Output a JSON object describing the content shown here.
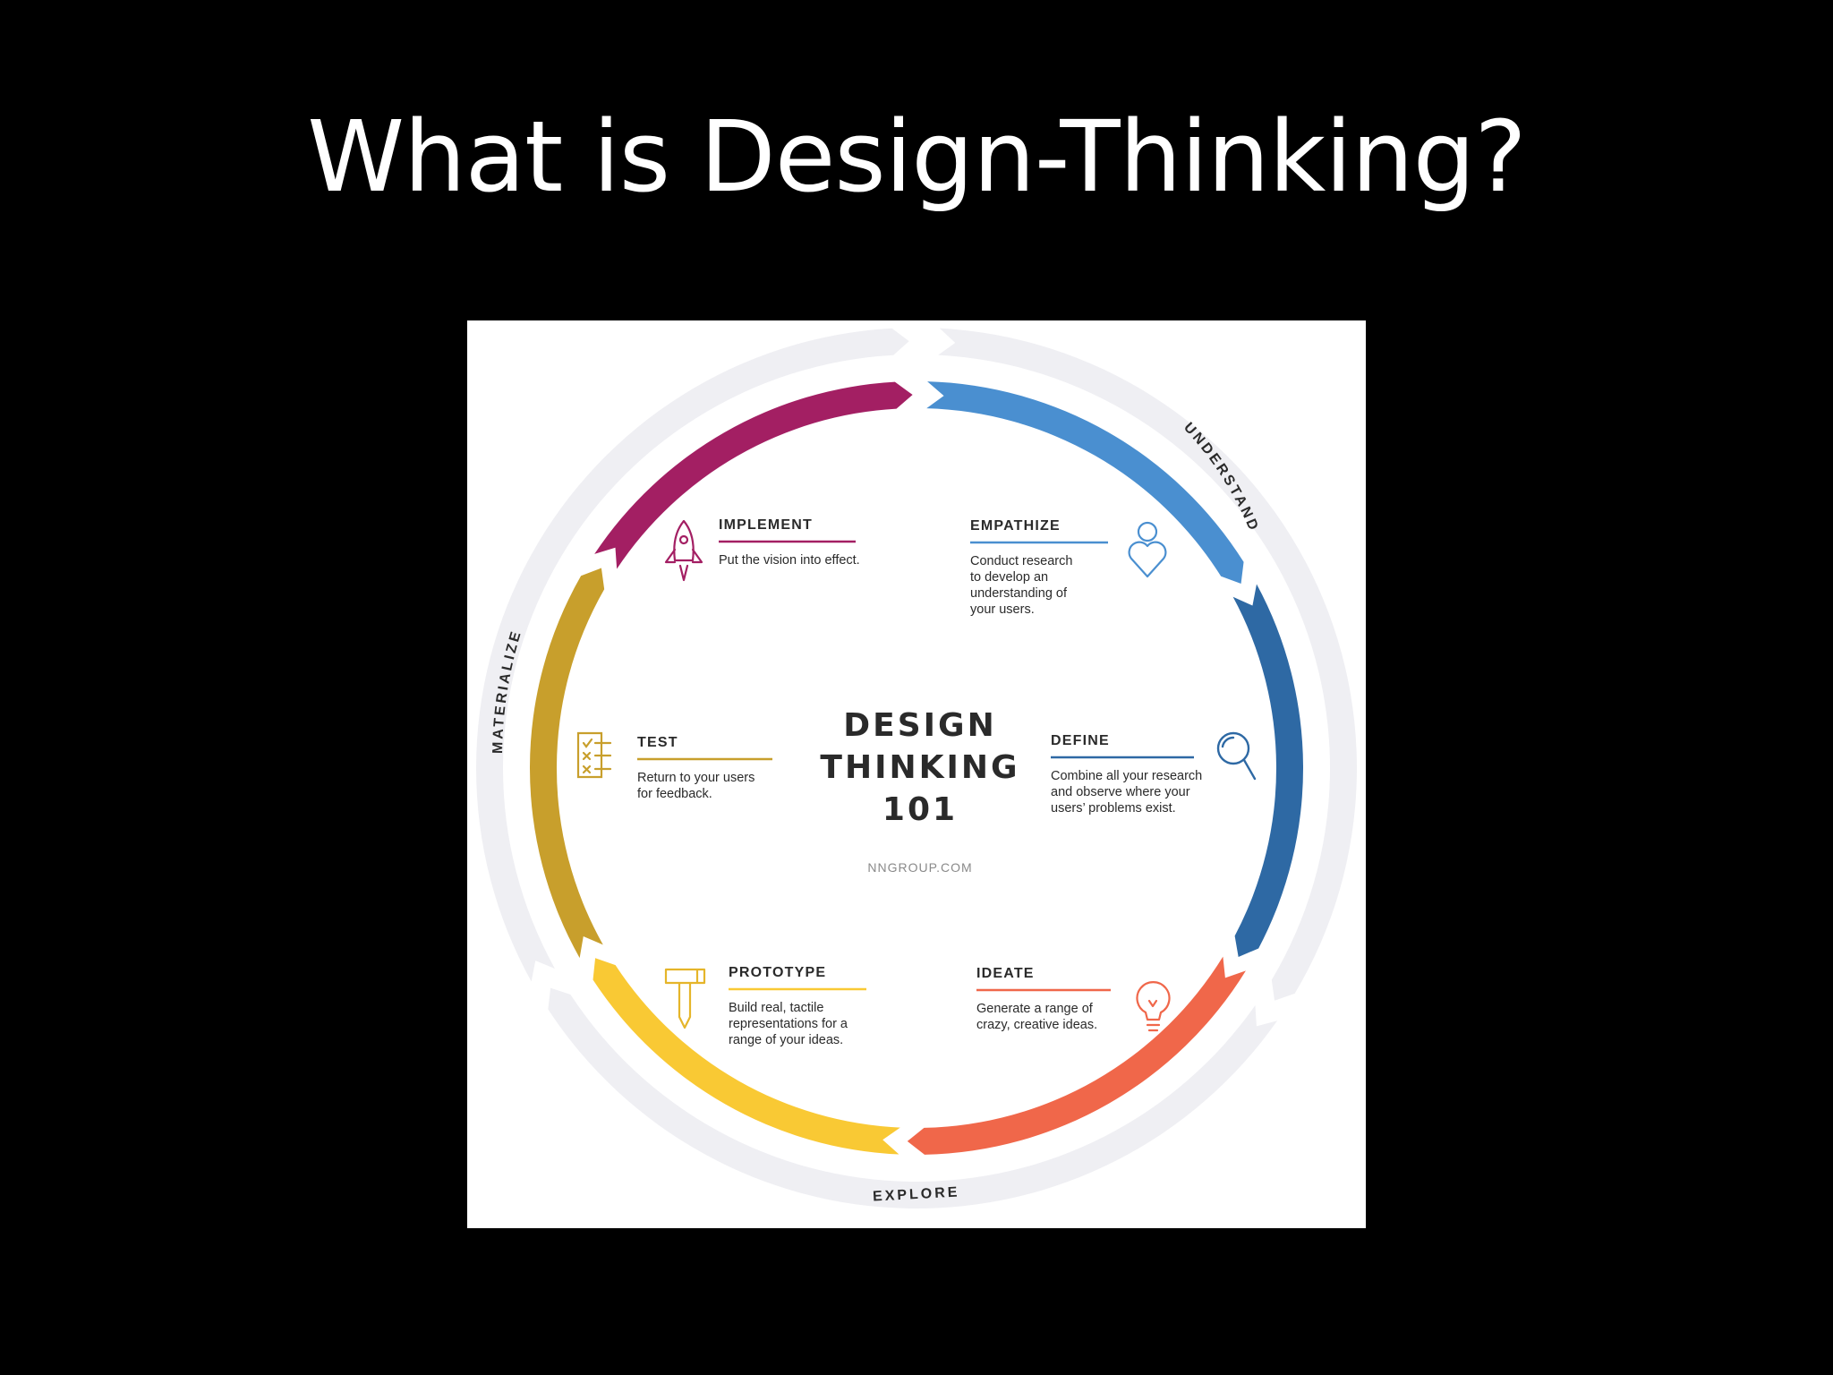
{
  "slide": {
    "title": "What is Design-Thinking?"
  },
  "diagram": {
    "center": {
      "line1": "DESIGN",
      "line2": "THINKING",
      "line3": "101",
      "source": "NNGROUP.COM"
    },
    "phases": {
      "understand": "UNDERSTAND",
      "explore": "EXPLORE",
      "materialize": "MATERIALIZE"
    },
    "stages": [
      {
        "key": "empathize",
        "label": "EMPATHIZE",
        "lines": [
          "Conduct research",
          "to develop an",
          "understanding of",
          "your users."
        ],
        "color": "#4a8fd0",
        "icon": "person-heart-icon"
      },
      {
        "key": "define",
        "label": "DEFINE",
        "lines": [
          "Combine all your research",
          "and observe where your",
          "users’ problems exist."
        ],
        "color": "#2e69a4",
        "icon": "magnifier-icon"
      },
      {
        "key": "ideate",
        "label": "IDEATE",
        "lines": [
          "Generate a range of",
          "crazy, creative ideas."
        ],
        "color": "#f0674a",
        "icon": "lightbulb-icon"
      },
      {
        "key": "prototype",
        "label": "PROTOTYPE",
        "lines": [
          "Build real, tactile",
          "representations for a",
          "range of your ideas."
        ],
        "color": "#f9c934",
        "icon": "hammer-icon"
      },
      {
        "key": "test",
        "label": "TEST",
        "lines": [
          "Return to your users",
          "for feedback."
        ],
        "color": "#c89f2c",
        "icon": "checklist-icon"
      },
      {
        "key": "implement",
        "label": "IMPLEMENT",
        "lines": [
          "Put the vision into effect."
        ],
        "color": "#a31f63",
        "icon": "rocket-icon"
      }
    ],
    "colors": {
      "outer_ring": "#efeff3",
      "text": "#2a2a2a"
    }
  }
}
